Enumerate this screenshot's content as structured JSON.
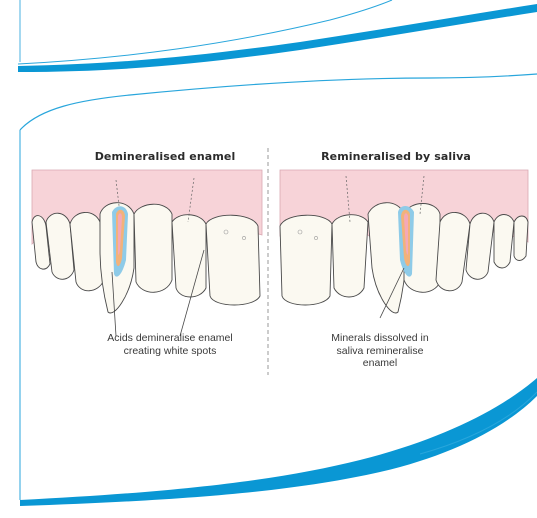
{
  "headings": {
    "left": "Demineralised enamel",
    "right": "Remineralised by saliva"
  },
  "captions": {
    "left": [
      "Acids demineralise enamel",
      "creating white spots"
    ],
    "right": [
      "Minerals dissolved in",
      "saliva remineralise",
      "enamel"
    ]
  },
  "colors": {
    "frame_accent": "#0a97d4",
    "frame_line": "#29a6dc",
    "gum": "#f7d3d8",
    "tooth_fill": "#fbf9f1",
    "tooth_outline": "#4a4a4a",
    "divider": "#9a9a9a",
    "lesion_blue": "#8ecbe8",
    "lesion_orange": "#f2b27a",
    "lesion_pink": "#f4a9b8"
  },
  "icons": {
    "left_lesion": "demineralised-lesion-icon",
    "right_lesion": "remineralised-lesion-icon"
  }
}
